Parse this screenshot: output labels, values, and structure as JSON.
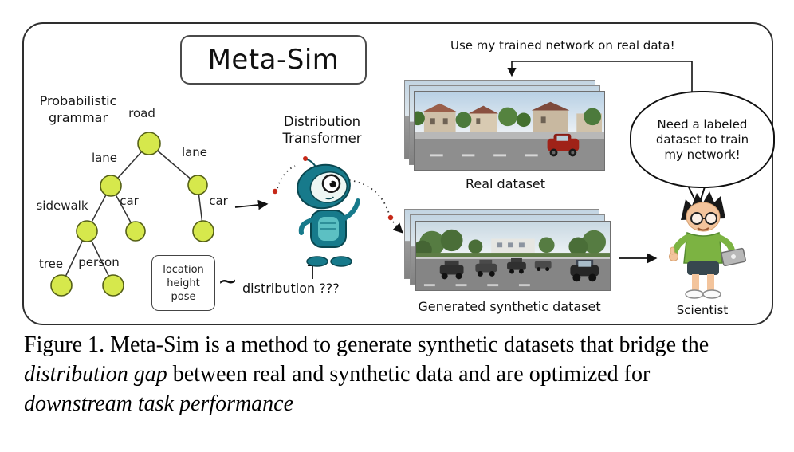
{
  "figure": {
    "title": "Meta-Sim",
    "grammar_label": "Probabilistic\ngrammar",
    "tree_nodes": {
      "road": "road",
      "lane_left": "lane",
      "lane_right": "lane",
      "sidewalk": "sidewalk",
      "car_left": "car",
      "car_right": "car",
      "tree": "tree",
      "person": "person"
    },
    "attr_box": "location\nheight\npose",
    "tilde": "~",
    "distribution_text": "distribution ???",
    "transformer_label": "Distribution\nTransformer",
    "top_message": "Use my trained network on real data!",
    "real_dataset_label": "Real dataset",
    "synthetic_dataset_label": "Generated synthetic dataset",
    "speech_bubble": "Need a labeled\ndataset to train\nmy network!",
    "scientist_label": "Scientist",
    "colors": {
      "node_fill": "#d6e84c",
      "node_stroke": "#556017",
      "robot_teal": "#177a8b",
      "accent_red": "#c62818"
    }
  },
  "caption": {
    "p1": "Figure 1. Meta-Sim is a method to generate synthetic datasets that bridge the ",
    "i1": "distribution gap",
    "p2": " between real and synthetic data and are optimized for ",
    "i2": "downstream task performance"
  }
}
